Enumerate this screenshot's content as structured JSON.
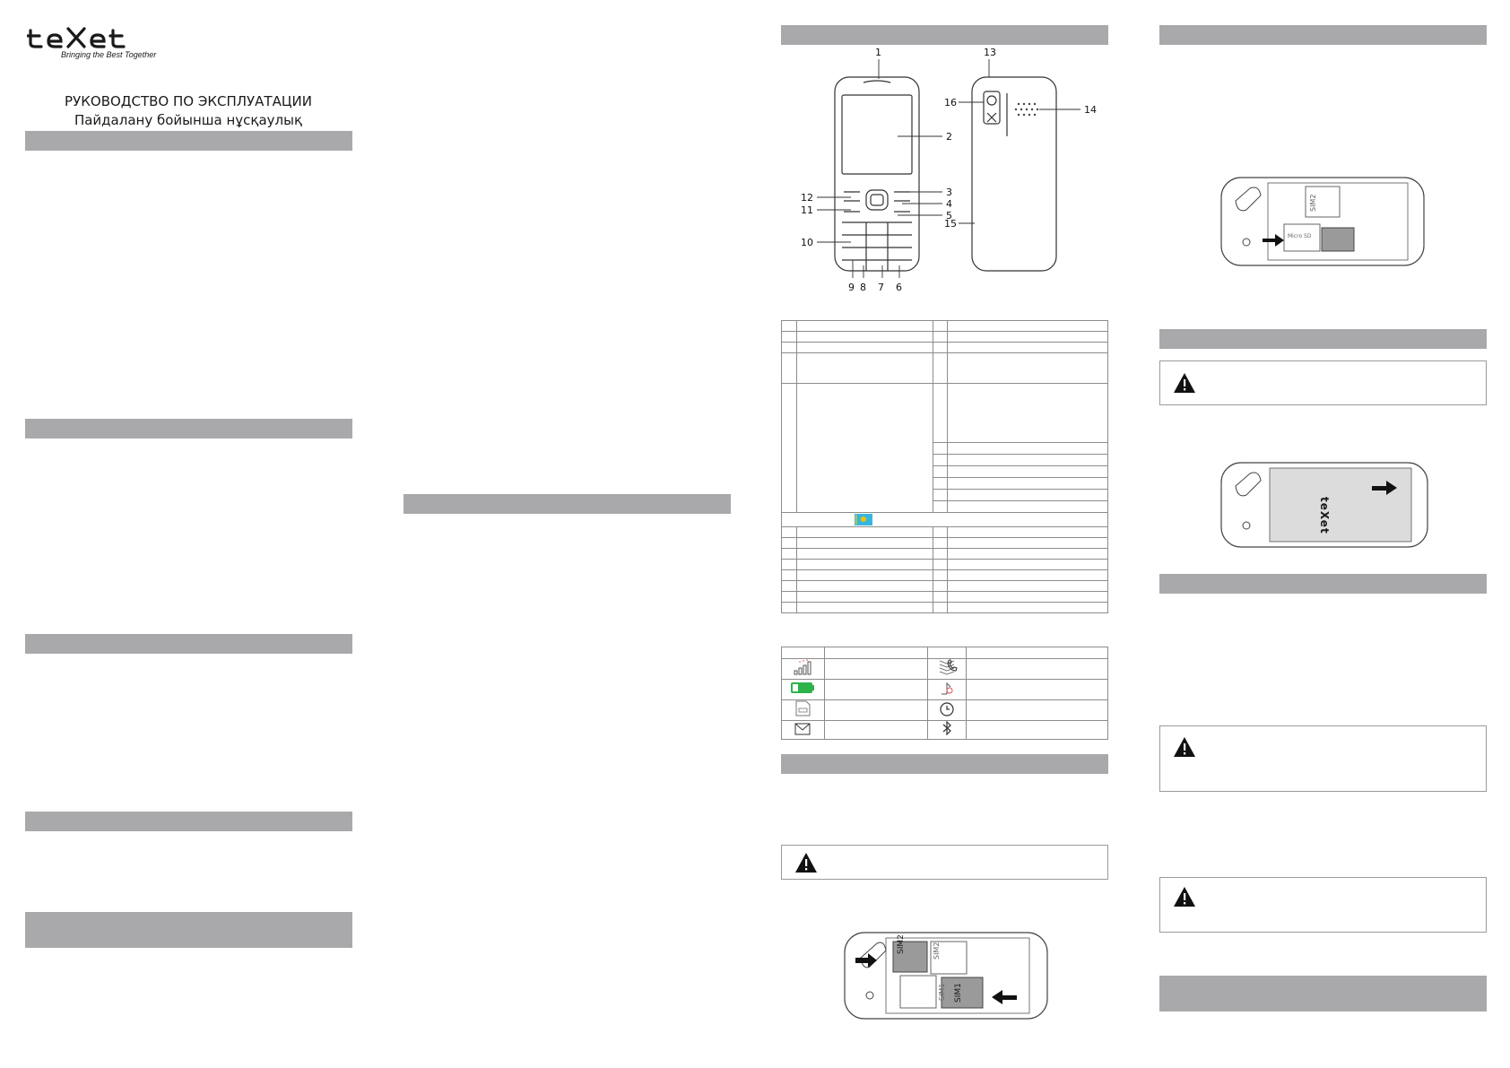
{
  "brand": {
    "logo_text": "teXet",
    "tagline": "Bringing the Best Together"
  },
  "titles": {
    "ru": "РУКОВОДСТВО ПО ЭКСПЛУАТАЦИИ",
    "kz": "Пайдалану бойынша нұсқаулық"
  },
  "phone_callouts": [
    "1",
    "2",
    "3",
    "4",
    "5",
    "6",
    "7",
    "8",
    "9",
    "10",
    "11",
    "12",
    "13",
    "14",
    "15",
    "16"
  ],
  "figure_labels": {
    "sim1": "SIM1",
    "sim2": "SIM2",
    "micro_sd": "Micro SD"
  },
  "icons": {
    "warning": "warning-icon",
    "status_left": [
      "signal-strength-icon",
      "battery-icon",
      "sim-card-icon",
      "message-envelope-icon"
    ],
    "status_right": [
      "call-handset-icon",
      "vibration-icon",
      "silent-alarm-icon",
      "alarm-clock-icon",
      "bluetooth-icon"
    ],
    "flag": "kazakhstan-flag-icon"
  },
  "colors": {
    "section_bar": "#a9a9ac",
    "battery_green": "#2db34a",
    "flag_blue": "#38b6e0",
    "flag_gold": "#f2c200"
  }
}
